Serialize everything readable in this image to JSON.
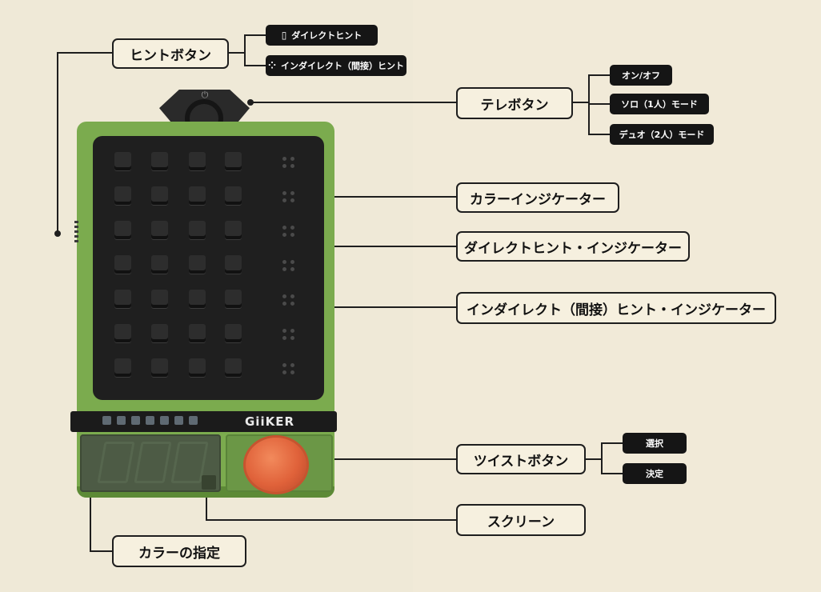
{
  "labels": {
    "hint_button": "ヒントボタン",
    "tele_button": "テレボタン",
    "color_indicator": "カラーインジケーター",
    "direct_hint_indicator": "ダイレクトヒント・インジケーター",
    "indirect_hint_indicator": "インダイレクト（間接）ヒント・インジケーター",
    "twist_button": "ツイストボタン",
    "screen": "スクリーン",
    "color_designation": "カラーの指定"
  },
  "chips": {
    "direct_hint": "ダイレクトヒント",
    "indirect_hint": "インダイレクト（間接）ヒント",
    "on_off": "オン/オフ",
    "solo_mode": "ソロ（1人）モード",
    "duo_mode": "デュオ（2人）モード",
    "select": "選択",
    "decide": "決定"
  },
  "device": {
    "brand": "GiiKER"
  },
  "icons": {
    "direct_hint": "phone-icon",
    "indirect_hint": "dots-icon",
    "power": "power-icon"
  },
  "colors": {
    "background": "#efe9d7",
    "device_body": "#7bab4e",
    "panel": "#1f1f1f",
    "twist_knob": "#e0623a",
    "chip": "#151515",
    "label_border": "#1e1e1e"
  }
}
